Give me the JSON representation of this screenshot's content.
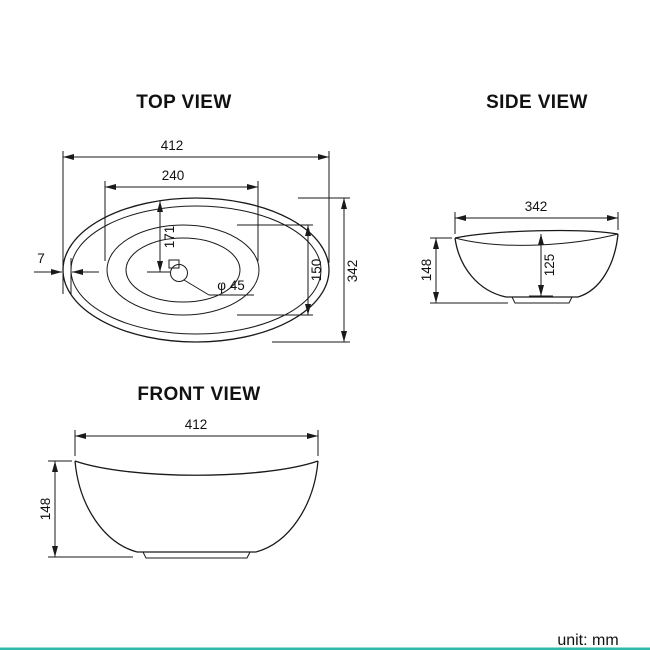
{
  "titles": {
    "top": "TOP VIEW",
    "side": "SIDE VIEW",
    "front": "FRONT VIEW"
  },
  "top_view": {
    "width": "412",
    "basin_width": "240",
    "center_offset": "171",
    "basin_depth": "150",
    "depth": "342",
    "wall_thickness": "7",
    "drain_diameter": "φ 45"
  },
  "side_view": {
    "width": "342",
    "height": "148",
    "inner_depth": "125"
  },
  "front_view": {
    "width": "412",
    "height": "148"
  },
  "footer": {
    "unit_label": "unit: mm"
  },
  "colors": {
    "line": "#1a1a1a",
    "background": "#ffffff",
    "accent_bar": "#2fb9aa"
  }
}
